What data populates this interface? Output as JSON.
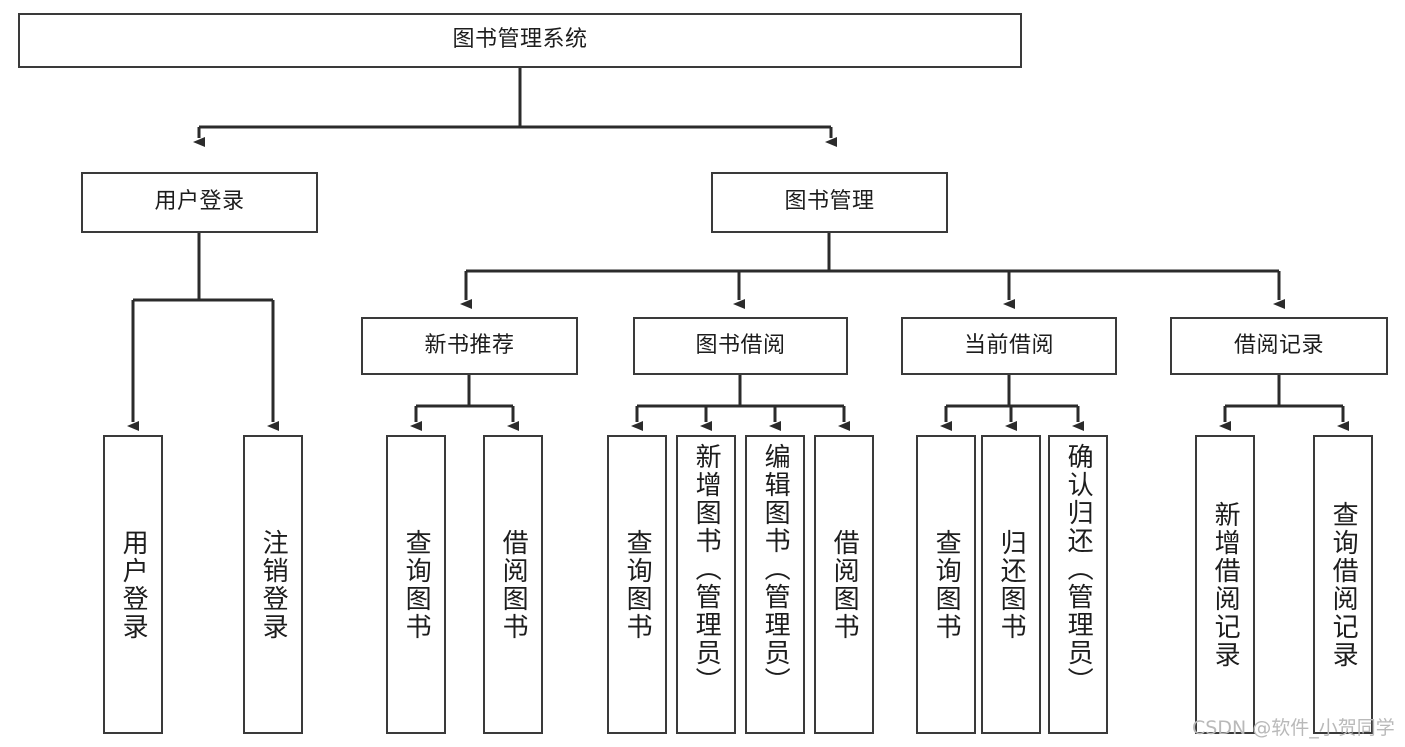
{
  "diagram": {
    "title": "图书管理系统",
    "type": "tree-hierarchy-chart",
    "root": {
      "id": "root",
      "label": "图书管理系统"
    },
    "level2": [
      {
        "id": "user-login",
        "label": "用户登录"
      },
      {
        "id": "book-management",
        "label": "图书管理"
      }
    ],
    "level3": [
      {
        "id": "new-book-recommend",
        "label": "新书推荐",
        "parent": "book-management"
      },
      {
        "id": "book-borrow",
        "label": "图书借阅",
        "parent": "book-management"
      },
      {
        "id": "current-borrow",
        "label": "当前借阅",
        "parent": "book-management"
      },
      {
        "id": "borrow-record",
        "label": "借阅记录",
        "parent": "book-management"
      }
    ],
    "leaves": {
      "user_login": [
        {
          "id": "leaf-user-login",
          "label": "用户登录"
        },
        {
          "id": "leaf-user-logout",
          "label": "注销登录"
        }
      ],
      "new_book_recommend": [
        {
          "id": "leaf-query-book-1",
          "label": "查询图书"
        },
        {
          "id": "leaf-borrow-book-1",
          "label": "借阅图书"
        }
      ],
      "book_borrow": [
        {
          "id": "leaf-query-book-2",
          "label": "查询图书"
        },
        {
          "id": "leaf-add-book",
          "label": "新增图书（管理员）"
        },
        {
          "id": "leaf-edit-book",
          "label": "编辑图书（管理员）"
        },
        {
          "id": "leaf-borrow-book-2",
          "label": "借阅图书"
        }
      ],
      "current_borrow": [
        {
          "id": "leaf-query-book-3",
          "label": "查询图书"
        },
        {
          "id": "leaf-return-book",
          "label": "归还图书"
        },
        {
          "id": "leaf-confirm-return",
          "label": "确认归还（管理员）"
        }
      ],
      "borrow_record": [
        {
          "id": "leaf-add-record",
          "label": "新增借阅记录"
        },
        {
          "id": "leaf-query-record",
          "label": "查询借阅记录"
        }
      ]
    }
  },
  "watermark": {
    "text": "CSDN @软件_小贺同学"
  },
  "colors": {
    "background": "#ffffff",
    "box_border": "#3a3a3a",
    "box_fill": "#ffffff",
    "connector": "#2b2b2b",
    "text": "#1d1d1d",
    "watermark": "#b9b9b9"
  }
}
